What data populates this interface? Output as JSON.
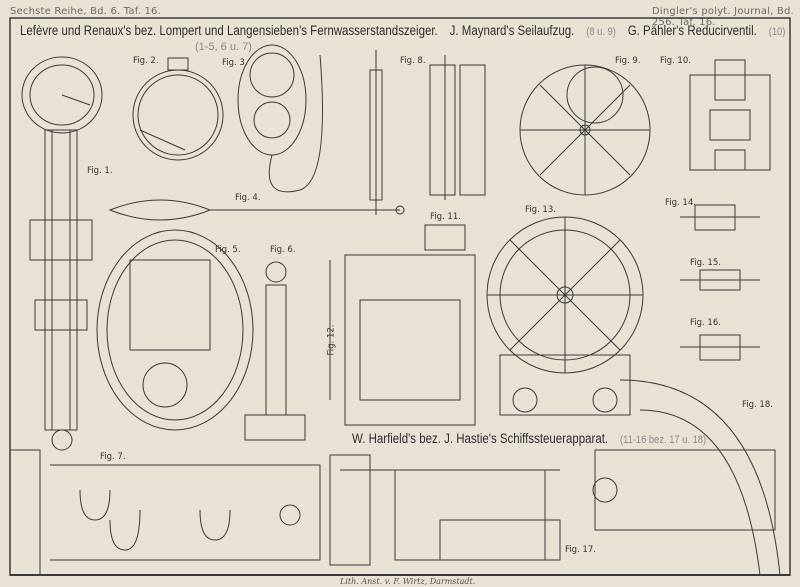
{
  "header": {
    "left": "Sechste Reihe, Bd. 6. Taf. 16.",
    "right": "Dingler's polyt. Journal, Bd. 256. Taf. 16."
  },
  "titles": {
    "lefevre": "Lefèvre und Renaux's bez. Lompert und Langensieben's Fernwasserstandszeiger.",
    "lefevre_figs": "(1-5, 6 u. 7)",
    "maynard": "J. Maynard's Seilaufzug.",
    "maynard_figs": "(8 u. 9)",
    "pahler": "G. Pähler's Reducirventil.",
    "pahler_figs": "(10)",
    "harfield": "W. Harfield's bez. J. Hastie's Schiffssteuerapparat.",
    "harfield_figs": "(11-16 bez. 17 u. 18)"
  },
  "figures": [
    "Fig. 1.",
    "Fig. 2.",
    "Fig. 3.",
    "Fig. 4.",
    "Fig. 5.",
    "Fig. 6.",
    "Fig. 7.",
    "Fig. 8.",
    "Fig. 9.",
    "Fig. 10.",
    "Fig. 11.",
    "Fig. 12.",
    "Fig. 13.",
    "Fig. 14.",
    "Fig. 15.",
    "Fig. 16.",
    "Fig. 17.",
    "Fig. 18."
  ],
  "credit": "Lith. Anst. v. F. Wirtz, Darmstadt.",
  "colors": {
    "paper": "#e7e2d3",
    "ink": "#3a3a3a"
  }
}
